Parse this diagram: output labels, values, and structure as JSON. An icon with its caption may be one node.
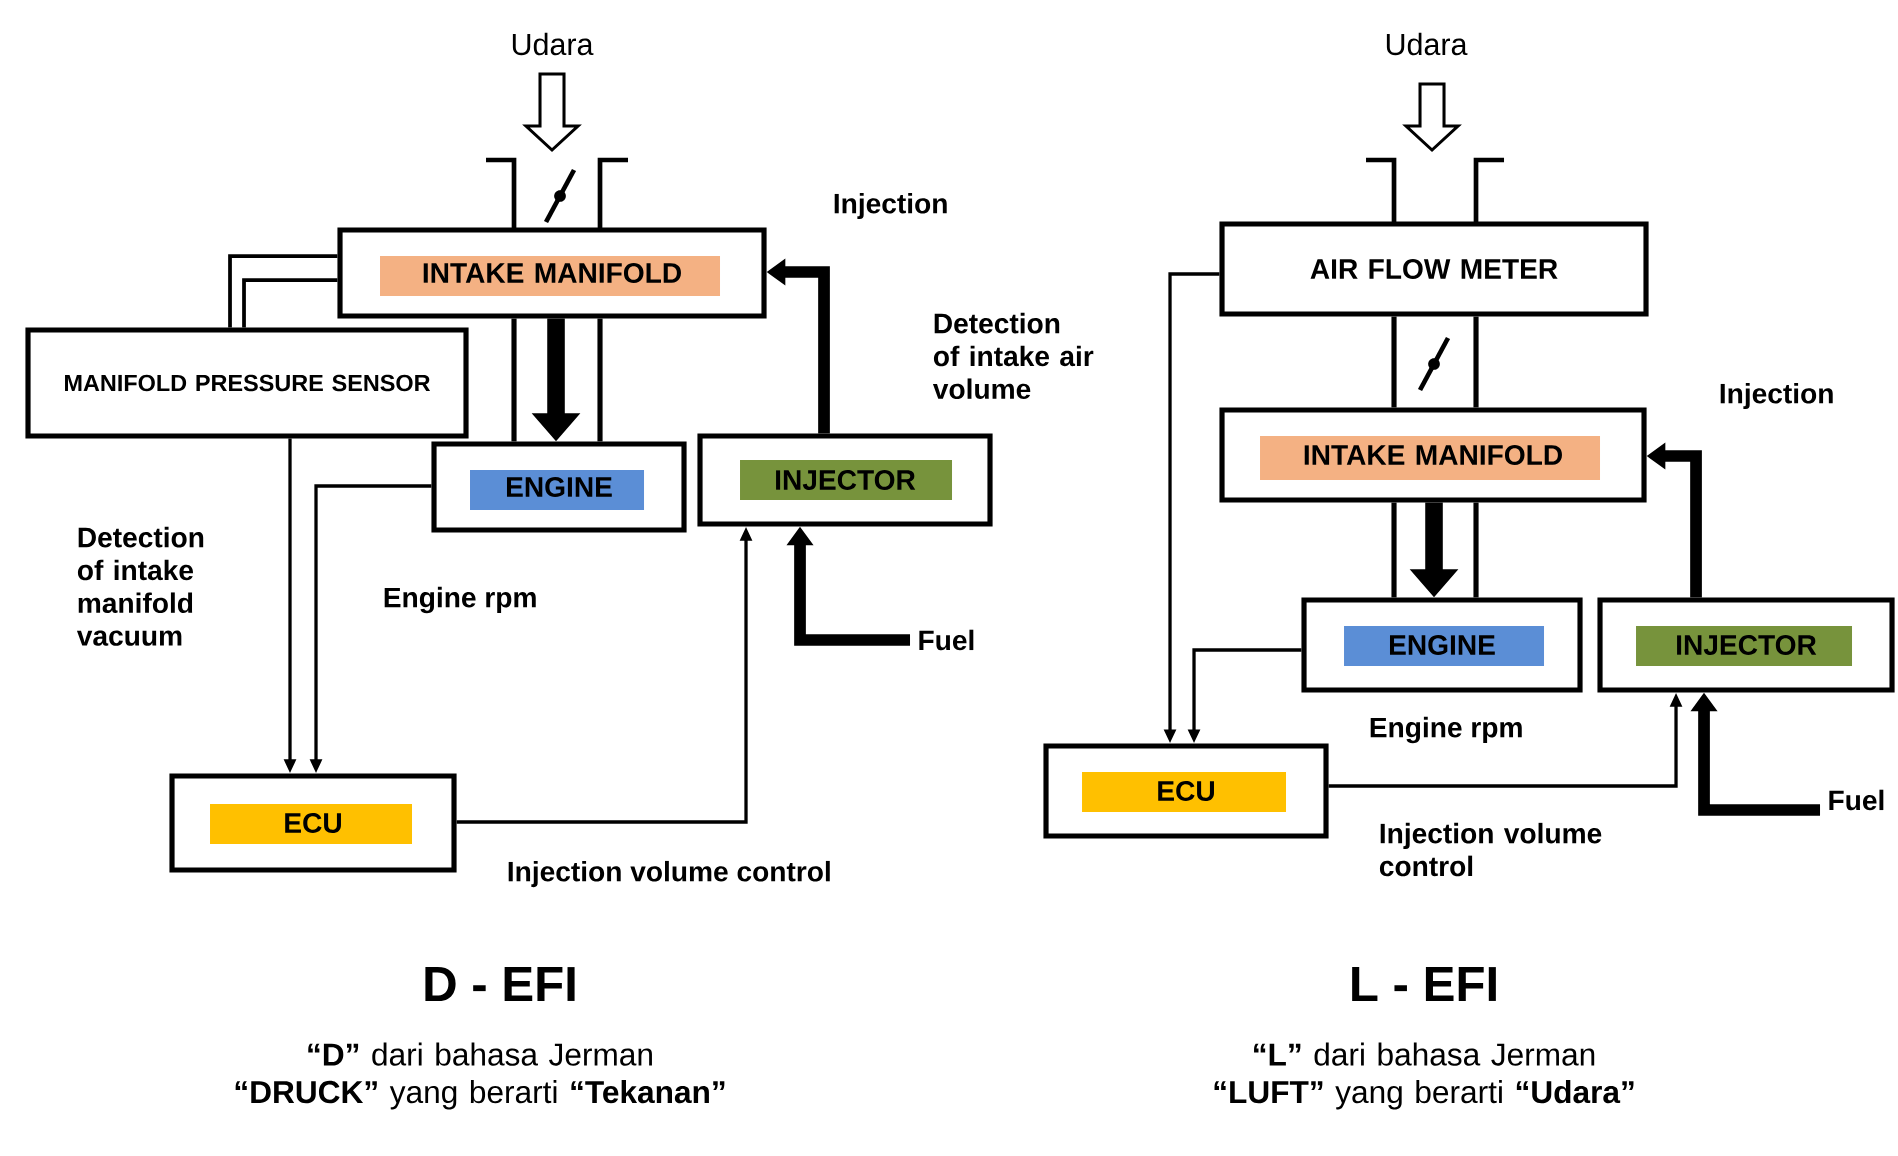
{
  "diagram": {
    "nodes": [
      {
        "text": [
          "INTAKE MANIFOLD"
        ]
      },
      {
        "text": [
          "MANIFOLD PRESSURE SENSOR"
        ]
      },
      {
        "text": [
          "ENGINE"
        ]
      },
      {
        "text": [
          "INJECTOR"
        ]
      },
      {
        "text": [
          "ECU"
        ]
      },
      {
        "text": [
          "Fuel"
        ]
      },
      {
        "text": [
          "AIR FLOW METER"
        ]
      },
      {
        "text": [
          "INTAKE MANIFOLD"
        ]
      },
      {
        "text": [
          "ENGINE"
        ]
      },
      {
        "text": [
          "INJECTOR"
        ]
      },
      {
        "text": [
          "ECU"
        ]
      },
      {
        "text": [
          "Fuel"
        ]
      }
    ],
    "edges": [
      {
        "from": 0,
        "to": 1,
        "arrow": "none"
      },
      {
        "from": 0,
        "to": 1,
        "arrow": "none"
      },
      {
        "from": 0,
        "to": 2,
        "arrow": "to",
        "style": "thick"
      },
      {
        "from": 3,
        "to": 0,
        "arrow": "to",
        "style": "thick",
        "label": "Injection"
      },
      {
        "from": 1,
        "to": 4,
        "arrow": "to",
        "label": "Detection of intake manifold vacuum"
      },
      {
        "from": 2,
        "to": 4,
        "arrow": "to",
        "label": "Engine rpm"
      },
      {
        "from": 4,
        "to": 3,
        "arrow": "to",
        "label": "Injection volume control"
      },
      {
        "from": 5,
        "to": 3,
        "arrow": "to",
        "style": "thick"
      },
      {
        "from": 7,
        "to": 8,
        "arrow": "to",
        "style": "thick"
      },
      {
        "from": 9,
        "to": 7,
        "arrow": "to",
        "style": "thick",
        "label": "Injection"
      },
      {
        "from": 6,
        "to": 10,
        "arrow": "to",
        "label": "Detection of intake air volume"
      },
      {
        "from": 8,
        "to": 10,
        "arrow": "to",
        "label": "Engine rpm"
      },
      {
        "from": 10,
        "to": 9,
        "arrow": "to",
        "label": "Injection volume control"
      },
      {
        "from": 11,
        "to": 9,
        "arrow": "to",
        "style": "thick"
      },
      {
        "from": 0,
        "to": 2,
        "arrow": "none"
      },
      {
        "from": 0,
        "to": 2,
        "arrow": "none"
      },
      {
        "from": 6,
        "to": 7,
        "arrow": "none"
      },
      {
        "from": 6,
        "to": 7,
        "arrow": "none"
      },
      {
        "from": 7,
        "to": 8,
        "arrow": "none"
      },
      {
        "from": 7,
        "to": 8,
        "arrow": "none"
      }
    ],
    "labels": [
      "Udara",
      "Udara",
      "D - EFI",
      "**“D”** dari bahasa Jerman **“DRUCK”** yang berarti **“Tekanan”**",
      "L - EFI",
      "**“L”** dari bahasa Jerman **“LUFT”** yang berarti **“Udara”**"
    ]
  }
}
